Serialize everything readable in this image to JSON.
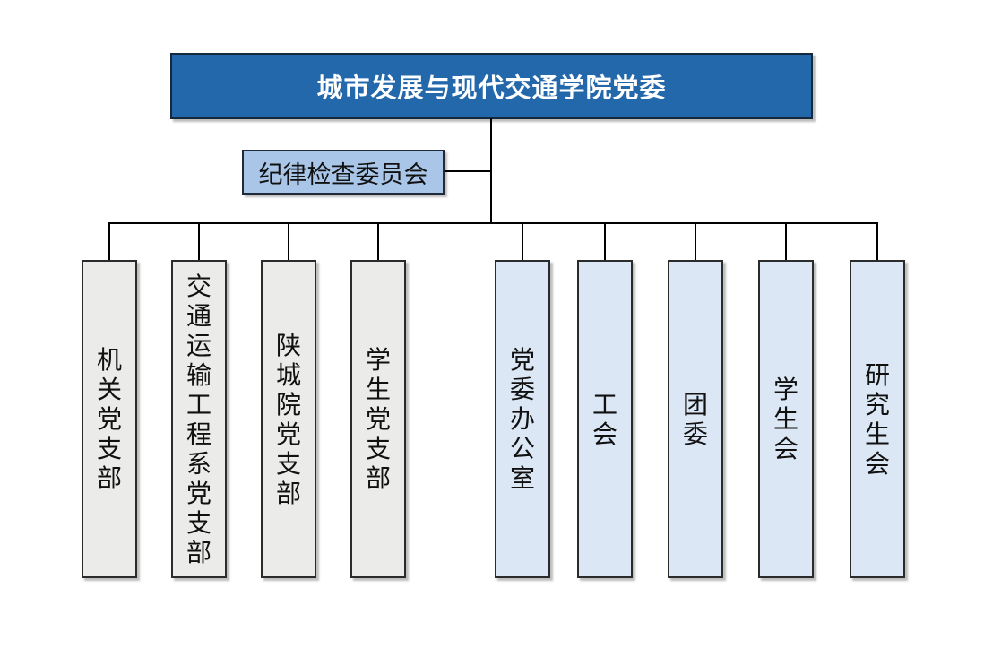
{
  "diagram": {
    "root": {
      "title": "城市发展与现代交通学院党委"
    },
    "committee": {
      "label": "纪律检查委员会"
    },
    "columns": [
      {
        "label": "机关党支部",
        "type": "gray"
      },
      {
        "label": "交通运输工程系党支部",
        "type": "gray"
      },
      {
        "label": "陕城院党支部",
        "type": "gray"
      },
      {
        "label": "学生党支部",
        "type": "gray"
      },
      {
        "label": "党委办公室",
        "type": "blue"
      },
      {
        "label": "工会",
        "type": "blue"
      },
      {
        "label": "团委",
        "type": "blue"
      },
      {
        "label": "学生会",
        "type": "blue"
      },
      {
        "label": "研究生会",
        "type": "blue"
      }
    ],
    "colors": {
      "root_fill": "#2468AC",
      "root_text": "#FFFFFF",
      "root_border": "#16293C",
      "committee_fill": "#A9C6E8",
      "column_gray_fill": "#EBEBE9",
      "column_blue_fill": "#DBE7F4",
      "box_border": "#2B2B2B",
      "connector_line": "#000000"
    }
  }
}
